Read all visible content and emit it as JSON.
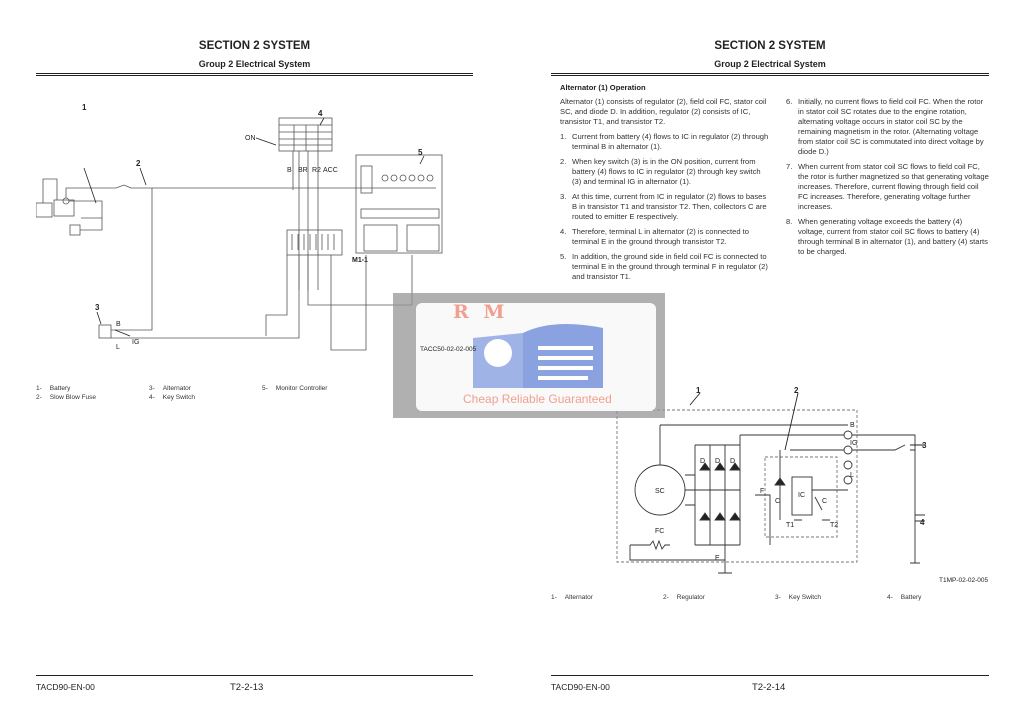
{
  "left_page": {
    "section_title": "SECTION 2 SYSTEM",
    "group_title": "Group 2 Electrical System",
    "diagram": {
      "callouts": [
        "1",
        "2",
        "3",
        "4",
        "5"
      ],
      "terminal_labels": [
        "ON",
        "B",
        "BR",
        "R2",
        "ACC",
        "M1-1",
        "B",
        "IG",
        "L"
      ],
      "figure_id": "TACC50-02-02-005"
    },
    "legend": [
      {
        "num": "1-",
        "label": "Battery"
      },
      {
        "num": "2-",
        "label": "Slow Blow Fuse"
      },
      {
        "num": "3-",
        "label": "Alternator"
      },
      {
        "num": "4-",
        "label": "Key Switch"
      },
      {
        "num": "5-",
        "label": "Monitor Controller"
      }
    ],
    "footer_code": "TACD90-EN-00",
    "page_number": "T2-2-13"
  },
  "right_page": {
    "section_title": "SECTION 2 SYSTEM",
    "group_title": "Group 2 Electrical System",
    "heading": "Alternator (1) Operation",
    "intro": "Alternator (1) consists of regulator (2), field coil FC, stator coil SC, and diode D. In addition, regulator (2) consists of IC, transistor T1, and transistor T2.",
    "steps": [
      {
        "n": "1.",
        "text": "Current from battery (4) flows to IC in regulator (2) through terminal B in alternator (1)."
      },
      {
        "n": "2.",
        "text": "When key switch (3) is in the ON position, current from battery (4) flows to IC in regulator (2) through key switch (3) and terminal IG in alternator (1)."
      },
      {
        "n": "3.",
        "text": "At this time, current from IC in regulator (2) flows to bases B in transistor T1 and transistor T2. Then, collectors C are routed to emitter E respectively."
      },
      {
        "n": "4.",
        "text": "Therefore, terminal L in alternator (2) is connected to terminal E in the ground through transistor T2."
      },
      {
        "n": "5.",
        "text": "In addition, the ground side in field coil FC is connected to terminal E in the ground through terminal F in regulator (2) and transistor T1."
      },
      {
        "n": "6.",
        "text": "Initially, no current flows to field coil FC. When the rotor in stator coil SC rotates due to the engine rotation, alternating voltage occurs in stator coil SC by the remaining magnetism in the rotor. (Alternating voltage from stator coil SC is commutated into direct voltage by diode D.)"
      },
      {
        "n": "7.",
        "text": "When current from stator coil SC flows to field coil FC, the rotor is further magnetized so that generating voltage increases. Therefore, current flowing through field coil FC increases. Therefore, generating voltage further increases."
      },
      {
        "n": "8.",
        "text": "When generating voltage exceeds the battery (4) voltage, current from stator coil SC flows to battery (4) through terminal B in alternator (1), and battery (4) starts to be charged."
      }
    ],
    "diagram": {
      "callouts": [
        "1",
        "2",
        "3",
        "4"
      ],
      "labels": {
        "B": "B",
        "IG": "IG",
        "L": "L",
        "SC": "SC",
        "FC": "FC",
        "F": "F",
        "E": "E",
        "IC": "IC",
        "D": "D",
        "C": "C",
        "T1": "T1",
        "T2": "T2"
      },
      "figure_id": "T1MP-02-02-005"
    },
    "legend": [
      {
        "num": "1-",
        "label": "Alternator"
      },
      {
        "num": "2-",
        "label": "Regulator"
      },
      {
        "num": "3-",
        "label": "Key Switch"
      },
      {
        "num": "4-",
        "label": "Battery"
      }
    ],
    "footer_code": "TACD90-EN-00",
    "page_number": "T2-2-14"
  },
  "watermark": {
    "logo_text": "R M",
    "tagline": "Cheap Reliable Guaranteed"
  }
}
